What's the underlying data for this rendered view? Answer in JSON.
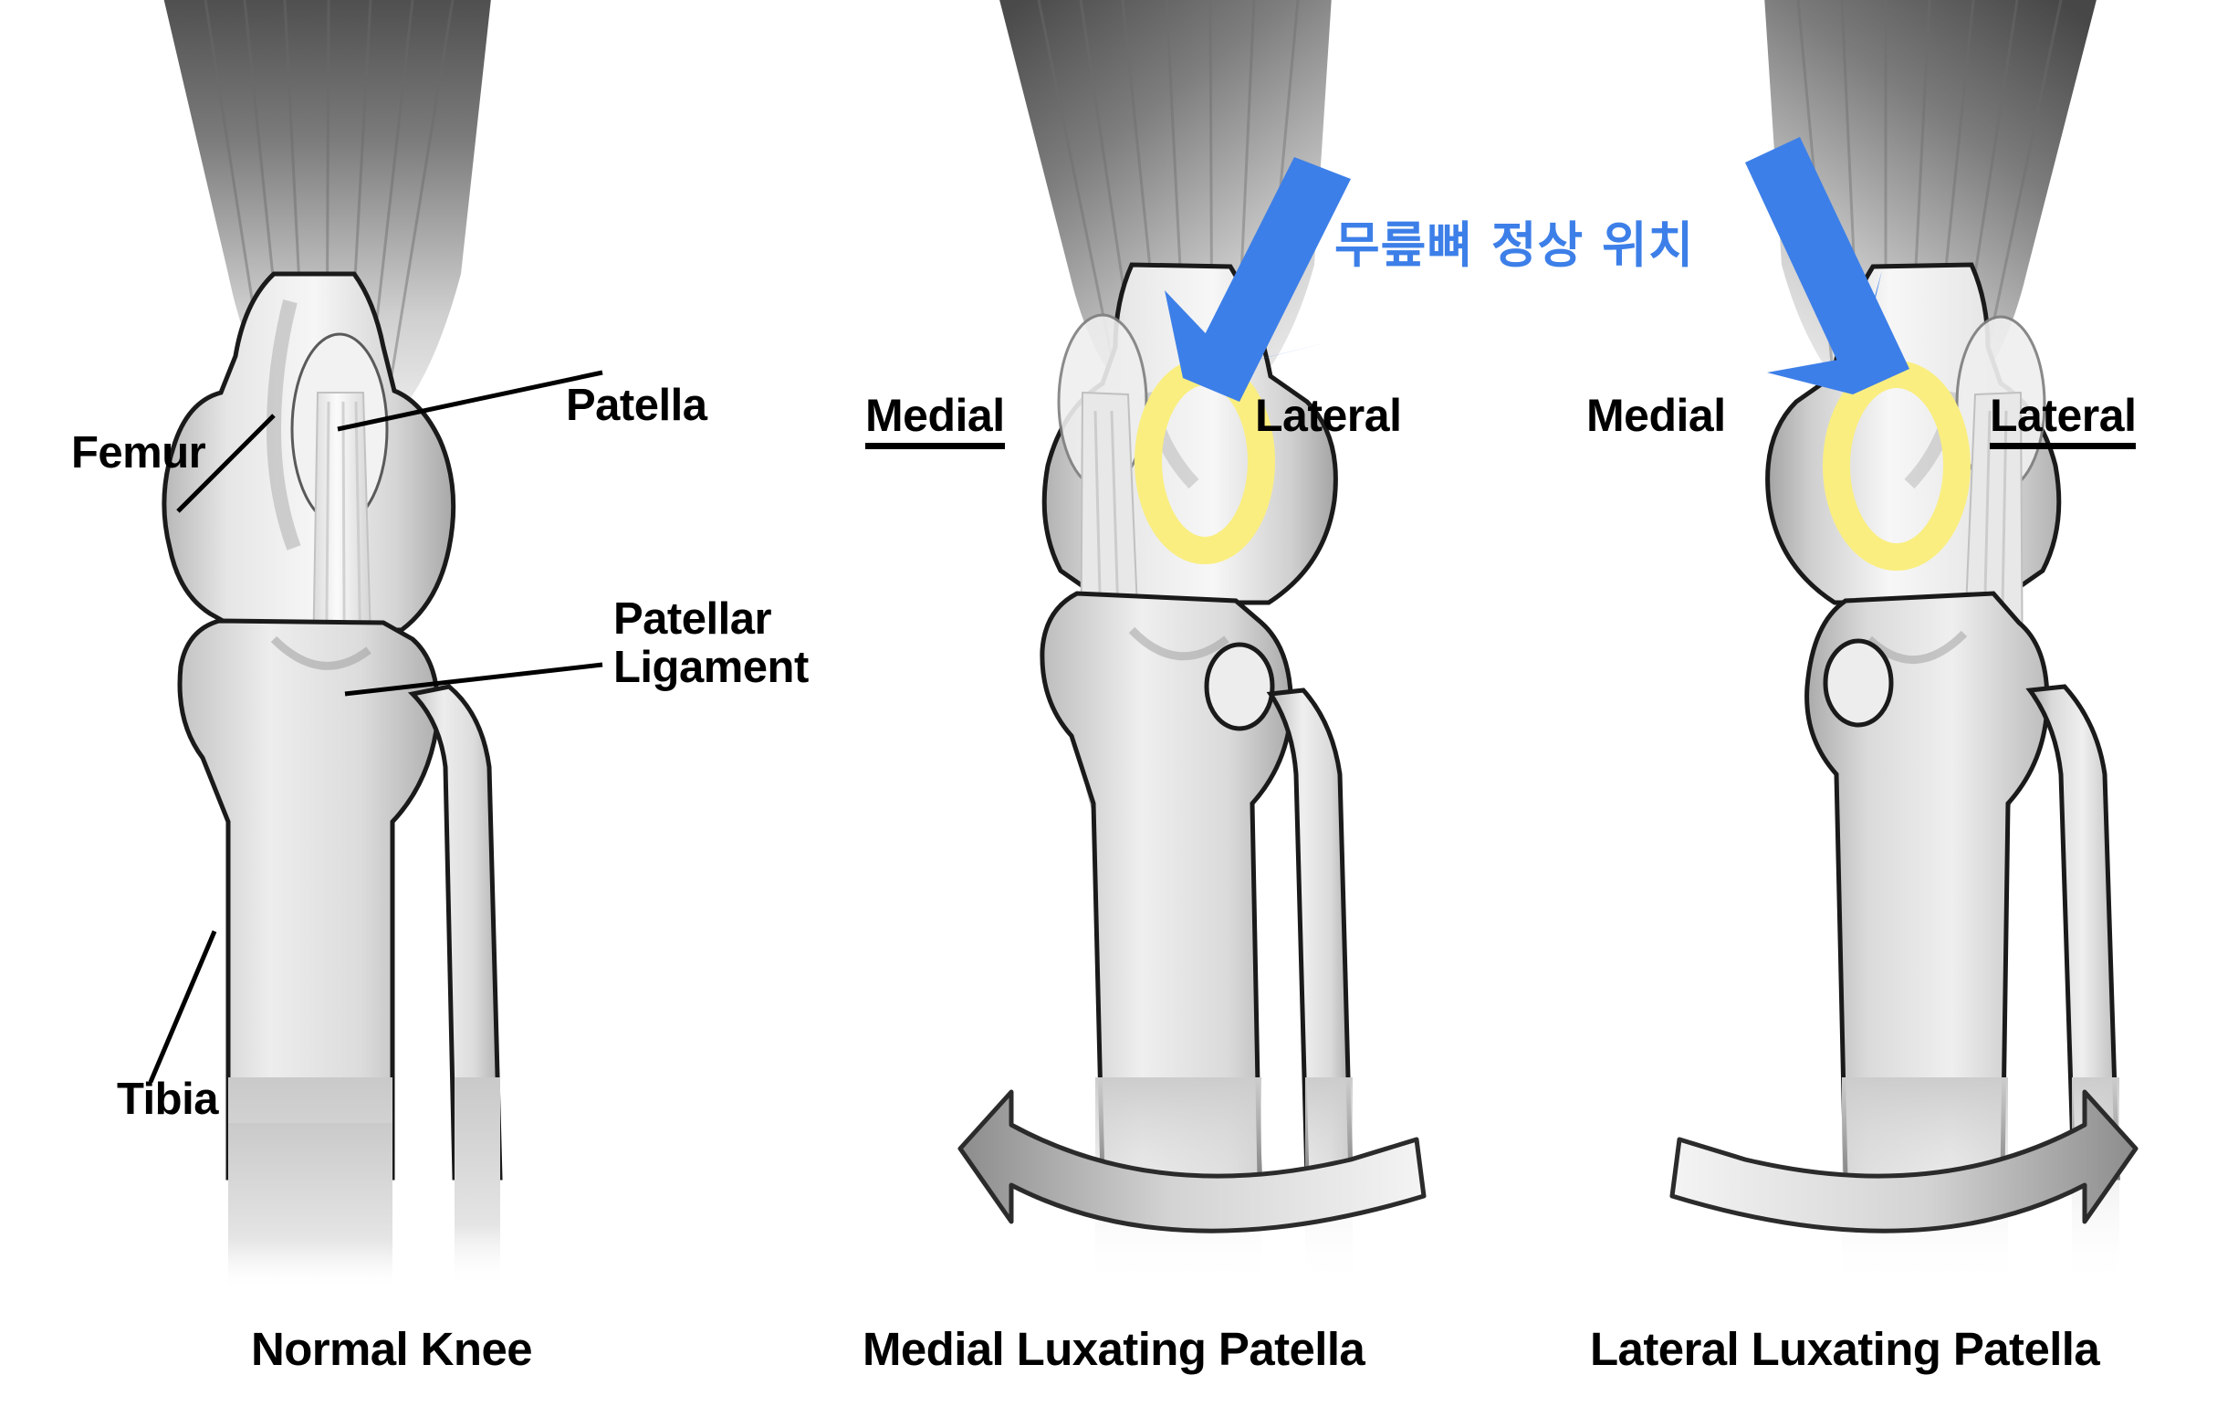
{
  "figure": {
    "title_text_present": false,
    "background_color": "#ffffff",
    "accent_blue": "#3d7fe8",
    "highlight_yellow": "#faee80",
    "bone_fill": "#d8d8d8",
    "outline_color": "#1a1a1a"
  },
  "panels": [
    {
      "id": "normal",
      "caption": "Normal Knee",
      "anatomy_labels": [
        {
          "name": "femur",
          "text": "Femur"
        },
        {
          "name": "patella",
          "text": "Patella"
        },
        {
          "name": "patellar-ligament",
          "text": "Patellar\nLigament"
        },
        {
          "name": "tibia",
          "text": "Tibia"
        }
      ],
      "side_labels": [],
      "has_highlight_ellipse": false,
      "has_blue_arrow": false,
      "rotation_arrow": "none"
    },
    {
      "id": "medial",
      "caption": "Medial Luxating Patella",
      "anatomy_labels": [],
      "side_labels": [
        {
          "name": "medial",
          "text": "Medial",
          "underlined": true
        },
        {
          "name": "lateral",
          "text": "Lateral",
          "underlined": false
        }
      ],
      "has_highlight_ellipse": true,
      "has_blue_arrow": true,
      "rotation_arrow": "left"
    },
    {
      "id": "lateral",
      "caption": "Lateral Luxating Patella",
      "anatomy_labels": [],
      "side_labels": [
        {
          "name": "medial",
          "text": "Medial",
          "underlined": false
        },
        {
          "name": "lateral",
          "text": "Lateral",
          "underlined": true
        }
      ],
      "has_highlight_ellipse": true,
      "has_blue_arrow": true,
      "rotation_arrow": "right"
    }
  ],
  "annotation": {
    "korean_note": "무릎뼈 정상 위치",
    "color": "#3d7fe8"
  }
}
